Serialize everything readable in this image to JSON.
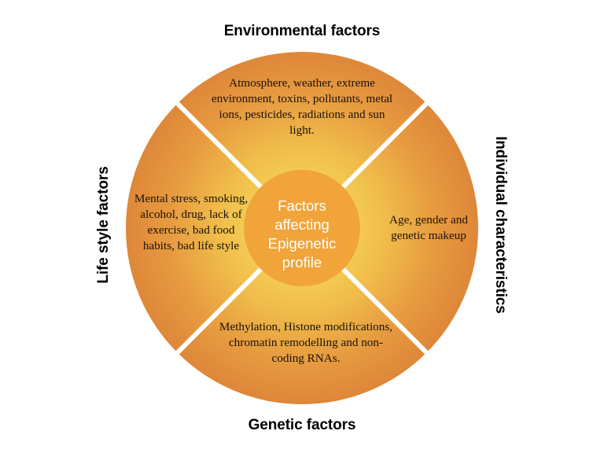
{
  "figure": {
    "title": "Factors affecting Epigenetic profile",
    "type": "circular-quadrant-diagram"
  },
  "headings": {
    "top": "Environmental factors",
    "right": "Individual characteristics",
    "bottom": "Genetic factors",
    "left": "Life style factors"
  },
  "hub": {
    "line1": "Factors",
    "line2": "affecting",
    "line3": "Epigenetic",
    "line4": "profile",
    "text": "Factors affecting Epigenetic profile"
  },
  "quadrants": {
    "top": {
      "heading": "Environmental factors",
      "text": "Atmosphere, weather, extreme environment, toxins, pollutants, metal ions, pesticides, radiations and sun light."
    },
    "right": {
      "heading": "Individual characteristics",
      "text": "Age, gender and genetic makeup"
    },
    "bottom": {
      "heading": "Genetic factors",
      "text": "Methylation, Histone modifications, chromatin remodelling and non-coding RNAs."
    },
    "left": {
      "heading": "Life style factors",
      "text": "Mental stress, smoking, alcohol, drug, lack of exercise, bad food habits, bad life style"
    }
  },
  "colors": {
    "ring_outer": "#E08A3C",
    "ring_inner": "#F5D458",
    "hub_fill": "#F0A43A",
    "divider": "#FFFFFF",
    "background": "#FFFFFF",
    "heading_text": "#000000",
    "quadrant_text": "#1A1207",
    "hub_text": "#FFFFFF"
  }
}
